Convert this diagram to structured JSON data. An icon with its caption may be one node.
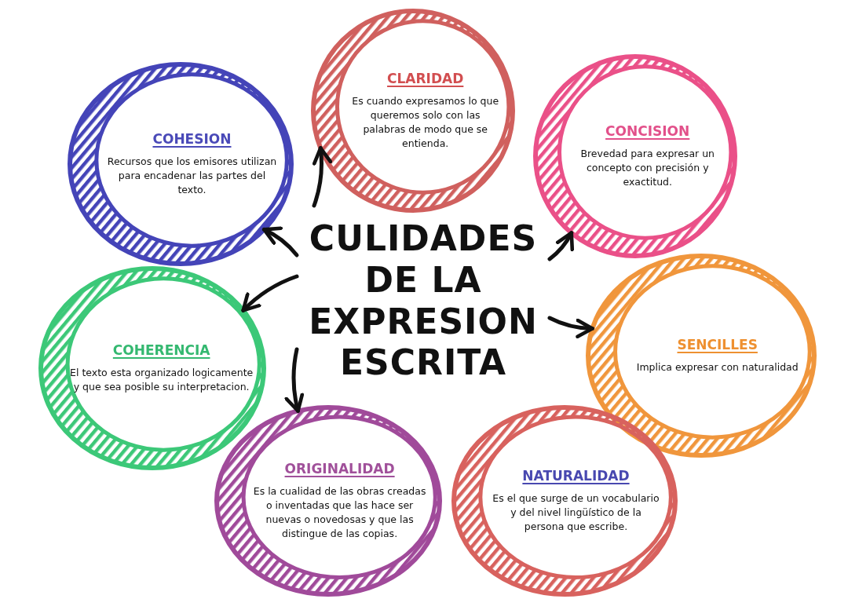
{
  "diagram": {
    "nodes": [
      {
        "text": [
          "CULIDADES DE LA EXPRESION ESCRITA"
        ]
      },
      {
        "text": [
          "CLARIDAD",
          "Es cuando expresamos lo que queremos solo con las palabras de modo que se entienda."
        ]
      },
      {
        "text": [
          "COHESION",
          "Recursos que los emisores utilizan para encadenar las partes del texto."
        ]
      },
      {
        "text": [
          "CONCISION",
          "Brevedad para expresar un concepto con precisión y exactitud."
        ]
      },
      {
        "text": [
          "COHERENCIA",
          "El texto esta organizado logicamente y que sea posible su interpretacion."
        ]
      },
      {
        "text": [
          "SENCILLES",
          "Implica expresar con naturalidad"
        ]
      },
      {
        "text": [
          "ORIGINALIDAD",
          "Es la cualidad de las obras creadas o inventadas que las hace ser nuevas o novedosas y que las distingue de las copias."
        ]
      },
      {
        "text": [
          "NATURALIDAD",
          "Es el que surge de un vocabulario y del nivel lingüístico de la persona que escribe."
        ]
      }
    ],
    "edges": [
      {
        "from": 0,
        "to": 1,
        "arrow": "to"
      },
      {
        "from": 0,
        "to": 2,
        "arrow": "to"
      },
      {
        "from": 0,
        "to": 4,
        "arrow": "to"
      },
      {
        "from": 0,
        "to": 3,
        "arrow": "to"
      },
      {
        "from": 0,
        "to": 5,
        "arrow": "to"
      },
      {
        "from": 0,
        "to": 6,
        "arrow": "to"
      }
    ]
  }
}
